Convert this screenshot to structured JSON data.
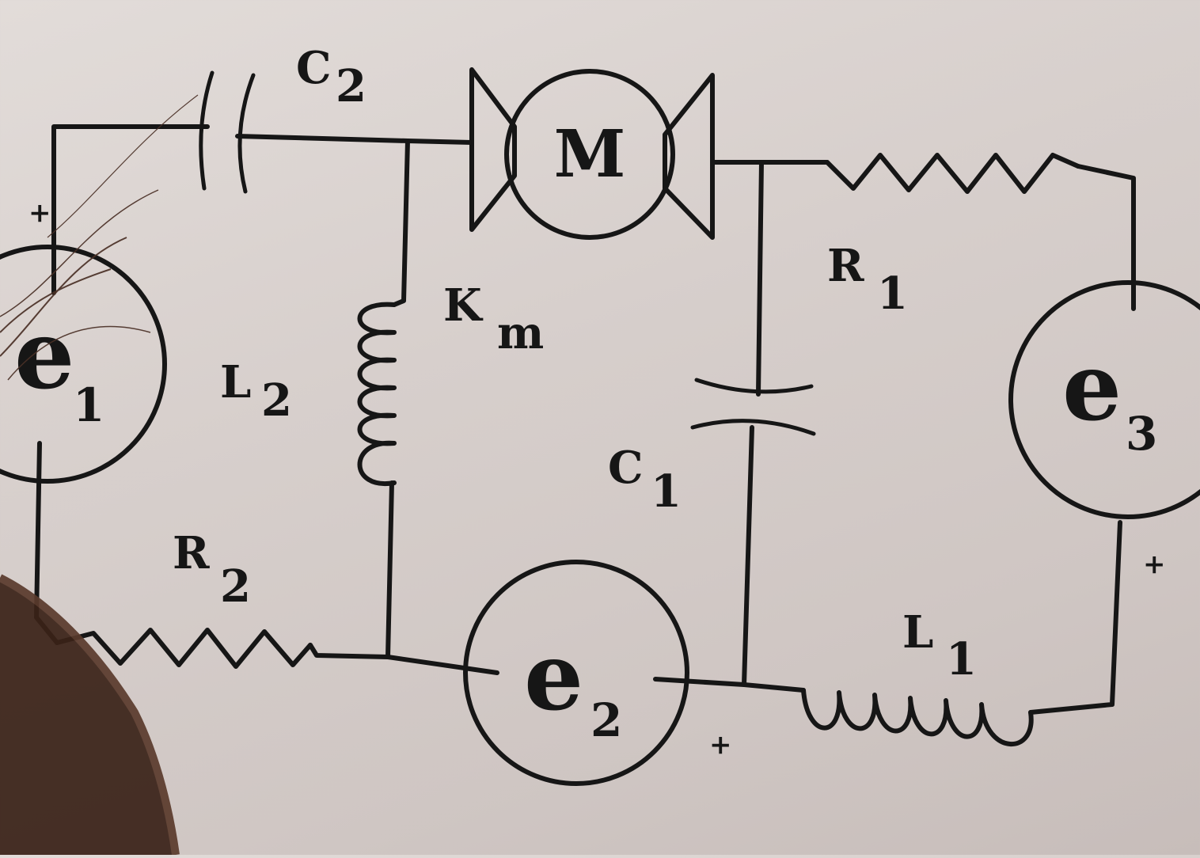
{
  "labels": {
    "C2": "C",
    "C2_sub": "2",
    "C1": "C",
    "C1_sub": "1",
    "R1": "R",
    "R1_sub": "1",
    "R2": "R",
    "R2_sub": "2",
    "L1": "L",
    "L1_sub": "1",
    "L2": "L",
    "L2_sub": "2",
    "Km": "K",
    "Km_sub": "m",
    "motor": "M"
  },
  "sources": {
    "e1": {
      "letter": "e",
      "sub": "1",
      "polarity": "+"
    },
    "e2": {
      "letter": "e",
      "sub": "2",
      "polarity": "+"
    },
    "e3": {
      "letter": "e",
      "sub": "3",
      "polarity": "+"
    }
  },
  "colors": {
    "ink": "#161616",
    "paper": "#d7cfcc",
    "hair": "#3a2218"
  }
}
